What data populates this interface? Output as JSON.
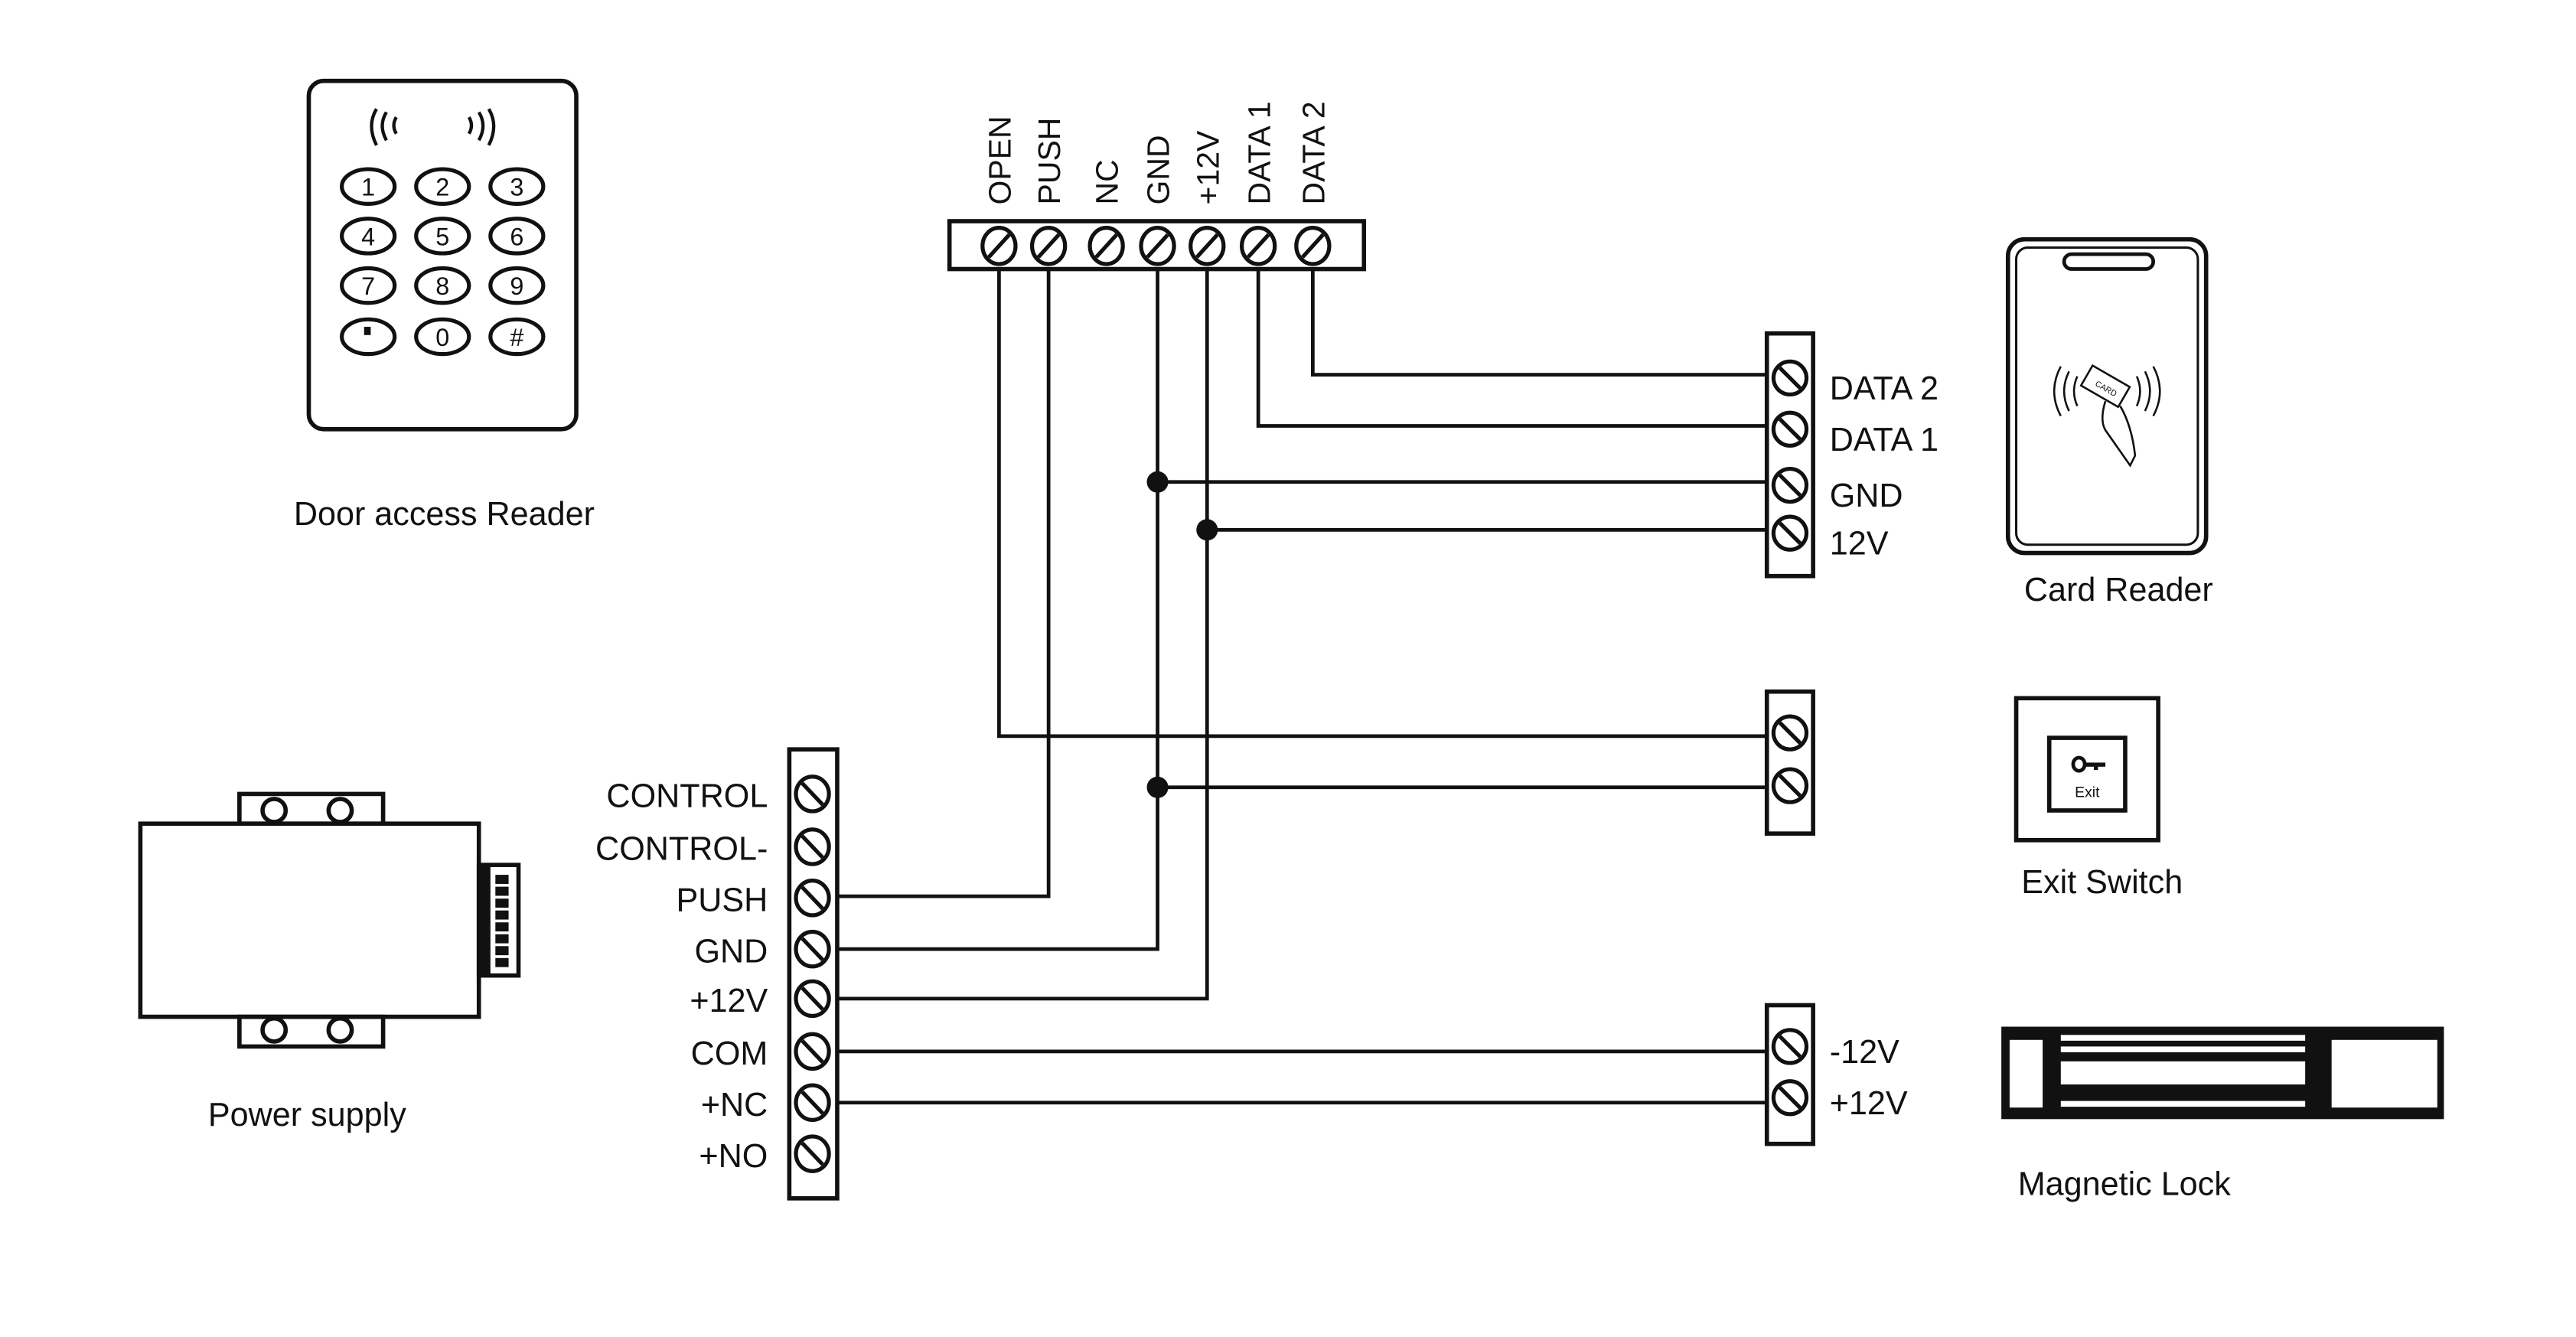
{
  "title": "Access control wiring diagram",
  "colors": {
    "ink": "#111111",
    "background": "#ffffff"
  },
  "devices": {
    "keypad": {
      "label": "Door access Reader",
      "keys": [
        "1",
        "2",
        "3",
        "4",
        "5",
        "6",
        "7",
        "8",
        "9",
        "*",
        "0",
        "#"
      ]
    },
    "card_reader": {
      "label": "Card Reader",
      "card_text": "CARD"
    },
    "exit_switch": {
      "label": "Exit Switch",
      "button_text": "Exit"
    },
    "magnetic_lock": {
      "label": "Magnetic Lock"
    },
    "power_supply": {
      "label": "Power supply"
    }
  },
  "terminals": {
    "controller_top": [
      "OPEN",
      "PUSH",
      "NC",
      "GND",
      "+12V",
      "DATA 1",
      "DATA 2"
    ],
    "card_reader": [
      "DATA 2",
      "DATA 1",
      "GND",
      "12V"
    ],
    "exit_switch": [
      "",
      ""
    ],
    "magnetic_lock": [
      "-12V",
      "+12V"
    ],
    "power_supply": [
      "CONTROL",
      "CONTROL-",
      "PUSH",
      "GND",
      "+12V",
      "COM",
      "+NC",
      "+NO"
    ]
  },
  "connections": [
    {
      "from": "controller_top.DATA 2",
      "to": "card_reader.DATA 2"
    },
    {
      "from": "controller_top.DATA 1",
      "to": "card_reader.DATA 1"
    },
    {
      "from": "controller_top.GND",
      "to": "card_reader.GND"
    },
    {
      "from": "controller_top.+12V",
      "to": "card_reader.12V"
    },
    {
      "from": "controller_top.OPEN",
      "to": "exit_switch.1"
    },
    {
      "from": "controller_top.GND",
      "to": "exit_switch.2"
    },
    {
      "from": "controller_top.PUSH",
      "to": "power_supply.PUSH"
    },
    {
      "from": "controller_top.GND",
      "to": "power_supply.GND"
    },
    {
      "from": "controller_top.+12V",
      "to": "power_supply.+12V"
    },
    {
      "from": "power_supply.COM",
      "to": "magnetic_lock.-12V"
    },
    {
      "from": "power_supply.+NC",
      "to": "magnetic_lock.+12V"
    }
  ]
}
